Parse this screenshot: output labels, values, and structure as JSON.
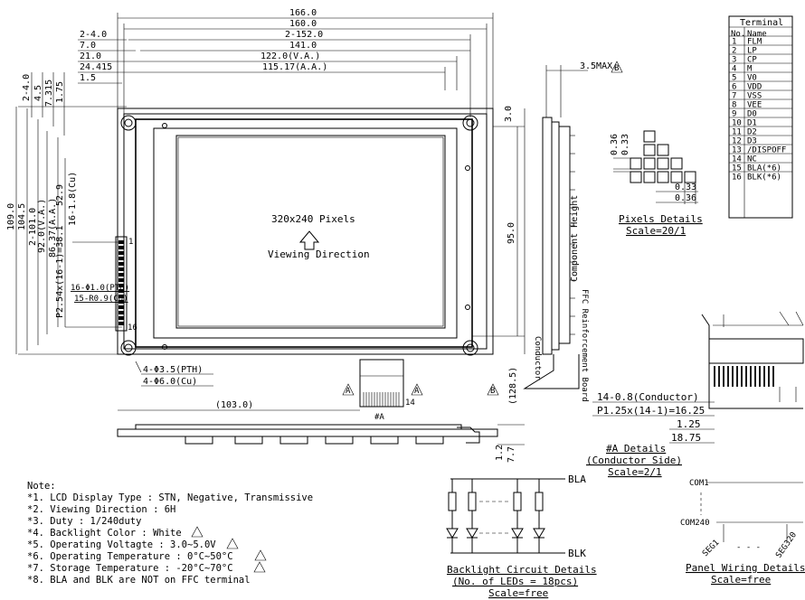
{
  "dims_top": {
    "d166": "166.0",
    "d160": "160.0",
    "d152": "2-152.0",
    "d141": "141.0",
    "d122": "122.0(V.A.)",
    "d115": "115.17(A.A.)",
    "d2_4": "2-4.0",
    "d7": "7.0",
    "d21": "21.0",
    "d24": "24.415",
    "d1_5": "1.5"
  },
  "dims_left": {
    "d109": "109.0",
    "d104": "104.5",
    "d101": "2-101.0",
    "d92": "92.0(V.A.)",
    "d86": "86.37(A.A.)",
    "d2_4v": "2-4.0",
    "d4_5": "4.5",
    "d7_315": "7.315",
    "d1_75": "1.75",
    "d52_9": "52.9",
    "d16_1_8": "16-1.8(Cu)",
    "pitch": "P2.54x(16-1)=38.1",
    "pth": "16-Φ1.0(PTH)",
    "cu": "15-R0.9(Cu)"
  },
  "front": {
    "pixels": "320x240 Pixels",
    "viewing": "Viewing Direction",
    "hole_pth": "4-Φ3.5(PTH)",
    "hole_cu": "4-Φ6.0(Cu)",
    "d103": "(103.0)",
    "d3_0": "3.0",
    "d95": "95.0",
    "d128": "(128.5)",
    "pin1": "1",
    "pin16": "16",
    "pin14": "14",
    "ref_a": "#A",
    "d1_2": "1.2",
    "d7_7": "7.7"
  },
  "side": {
    "max": "3.5MAX.",
    "comp_height": "Component Height",
    "ffc": "FFC Reinforcement Board",
    "conductor": "Conductor"
  },
  "terminal": {
    "title": "Terminal",
    "col_no": "No.",
    "col_name": "Name",
    "rows": [
      {
        "no": "1",
        "name": "FLM"
      },
      {
        "no": "2",
        "name": "LP"
      },
      {
        "no": "3",
        "name": "CP"
      },
      {
        "no": "4",
        "name": "M"
      },
      {
        "no": "5",
        "name": "V0"
      },
      {
        "no": "6",
        "name": "VDD"
      },
      {
        "no": "7",
        "name": "VSS"
      },
      {
        "no": "8",
        "name": "VEE"
      },
      {
        "no": "9",
        "name": "D0"
      },
      {
        "no": "10",
        "name": "D1"
      },
      {
        "no": "11",
        "name": "D2"
      },
      {
        "no": "12",
        "name": "D3"
      },
      {
        "no": "13",
        "name": "/DISPOFF"
      },
      {
        "no": "14",
        "name": "NC"
      },
      {
        "no": "15",
        "name": "BLA(*6)"
      },
      {
        "no": "16",
        "name": "BLK(*6)"
      }
    ]
  },
  "pixels_detail": {
    "v1": "0.36",
    "v2": "0.33",
    "h1": "0.33",
    "h2": "0.36",
    "title": "Pixels Details",
    "scale": "Scale=20/1"
  },
  "a_detail": {
    "cond": "14-0.8(Conductor)",
    "pitch": "P1.25x(14-1)=16.25",
    "d1_25": "1.25",
    "d18_75": "18.75",
    "title": "#A Details",
    "sub": "(Conductor Side)",
    "scale": "Scale=2/1"
  },
  "backlight": {
    "bla": "BLA",
    "blk": "BLK",
    "title": "Backlight Circuit Details",
    "sub": "(No. of LEDs = 18pcs)",
    "scale": "Scale=free"
  },
  "panel": {
    "com1": "COM1",
    "com240": "COM240",
    "seg1": "SEG1",
    "seg320": "SEG320",
    "dots": "- - -",
    "title": "Panel Wiring Details",
    "scale": "Scale=free"
  },
  "notes": {
    "heading": "Note:",
    "lines": [
      "*1. LCD Display Type : STN, Negative, Transmissive",
      "*2. Viewing Direction : 6H",
      "*3. Duty : 1/240duty",
      "*4. Backlight Color : White",
      "*5. Operating Voltagte : 3.0~5.0V",
      "*6. Operating Temperature : 0°C~50°C",
      "*7. Storage Temperature : -20°C~70°C",
      "*8. BLA and BLK are NOT on FFC terminal"
    ]
  },
  "rev": {
    "a": "A",
    "b": "B"
  }
}
